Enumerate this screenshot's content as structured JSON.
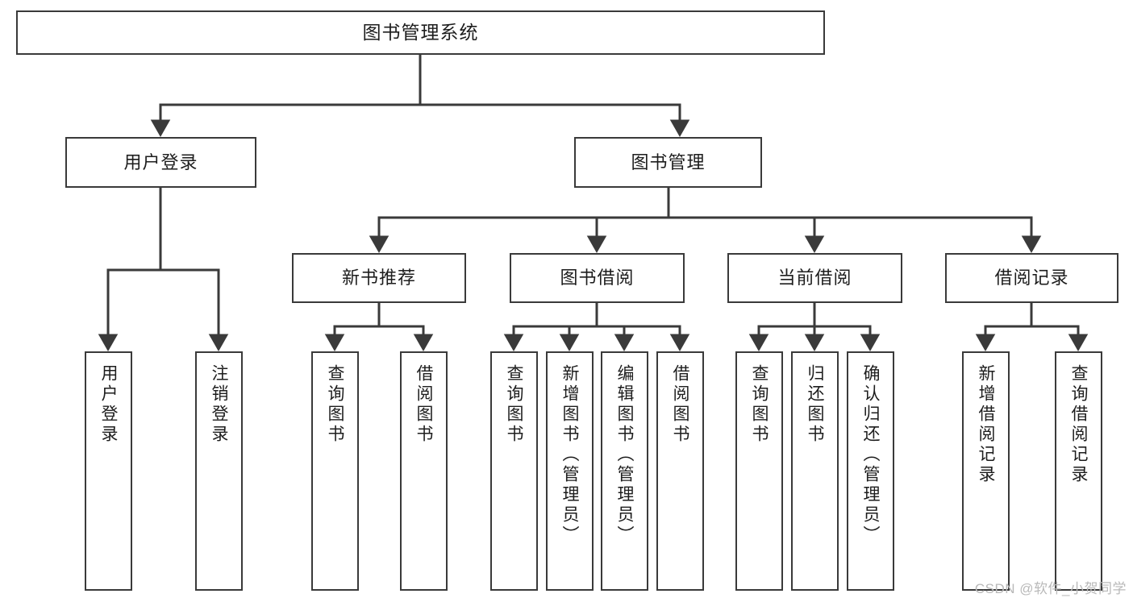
{
  "diagram": {
    "title": "图书管理系统",
    "type": "tree-flowchart",
    "colors": {
      "box_border": "#3a3a3a",
      "box_fill": "#ffffff",
      "connector": "#3a3a3a",
      "text": "#1d1d1d",
      "watermark": "#b9b9b9"
    },
    "watermark": "CSDN @软件_小贺同学",
    "nodes": {
      "root": {
        "label": "图书管理系统",
        "level": 1,
        "orientation": "horizontal"
      },
      "l2_user_login": {
        "label": "用户登录",
        "level": 2,
        "orientation": "horizontal"
      },
      "l2_book_manage": {
        "label": "图书管理",
        "level": 2,
        "orientation": "horizontal"
      },
      "l3_new_book_rec": {
        "label": "新书推荐",
        "level": 3,
        "orientation": "horizontal"
      },
      "l3_book_borrow": {
        "label": "图书借阅",
        "level": 3,
        "orientation": "horizontal"
      },
      "l3_current_borrow": {
        "label": "当前借阅",
        "level": 3,
        "orientation": "horizontal"
      },
      "l3_borrow_record": {
        "label": "借阅记录",
        "level": 3,
        "orientation": "horizontal"
      },
      "leaf_user_login": {
        "label": "用户登录",
        "level": 4,
        "orientation": "vertical"
      },
      "leaf_logout": {
        "label": "注销登录",
        "level": 4,
        "orientation": "vertical"
      },
      "leaf_rec_query": {
        "label": "查询图书",
        "level": 4,
        "orientation": "vertical"
      },
      "leaf_rec_borrow": {
        "label": "借阅图书",
        "level": 4,
        "orientation": "vertical"
      },
      "leaf_borrow_query": {
        "label": "查询图书",
        "level": 4,
        "orientation": "vertical"
      },
      "leaf_borrow_add": {
        "label": "新增图书（管理员）",
        "level": 4,
        "orientation": "vertical"
      },
      "leaf_borrow_edit": {
        "label": "编辑图书（管理员）",
        "level": 4,
        "orientation": "vertical"
      },
      "leaf_borrow_do": {
        "label": "借阅图书",
        "level": 4,
        "orientation": "vertical"
      },
      "leaf_cur_query": {
        "label": "查询图书",
        "level": 4,
        "orientation": "vertical"
      },
      "leaf_cur_return": {
        "label": "归还图书",
        "level": 4,
        "orientation": "vertical"
      },
      "leaf_cur_confirm": {
        "label": "确认归还（管理员）",
        "level": 4,
        "orientation": "vertical"
      },
      "leaf_rec_add": {
        "label": "新增借阅记录",
        "level": 4,
        "orientation": "vertical"
      },
      "leaf_rec_query2": {
        "label": "查询借阅记录",
        "level": 4,
        "orientation": "vertical"
      }
    },
    "edges": [
      {
        "from": "root",
        "to": "l2_user_login"
      },
      {
        "from": "root",
        "to": "l2_book_manage"
      },
      {
        "from": "l2_user_login",
        "to": "leaf_user_login"
      },
      {
        "from": "l2_user_login",
        "to": "leaf_logout"
      },
      {
        "from": "l2_book_manage",
        "to": "l3_new_book_rec"
      },
      {
        "from": "l2_book_manage",
        "to": "l3_book_borrow"
      },
      {
        "from": "l2_book_manage",
        "to": "l3_current_borrow"
      },
      {
        "from": "l2_book_manage",
        "to": "l3_borrow_record"
      },
      {
        "from": "l3_new_book_rec",
        "to": "leaf_rec_query"
      },
      {
        "from": "l3_new_book_rec",
        "to": "leaf_rec_borrow"
      },
      {
        "from": "l3_book_borrow",
        "to": "leaf_borrow_query"
      },
      {
        "from": "l3_book_borrow",
        "to": "leaf_borrow_add"
      },
      {
        "from": "l3_book_borrow",
        "to": "leaf_borrow_edit"
      },
      {
        "from": "l3_book_borrow",
        "to": "leaf_borrow_do"
      },
      {
        "from": "l3_current_borrow",
        "to": "leaf_cur_query"
      },
      {
        "from": "l3_current_borrow",
        "to": "leaf_cur_return"
      },
      {
        "from": "l3_current_borrow",
        "to": "leaf_cur_confirm"
      },
      {
        "from": "l3_borrow_record",
        "to": "leaf_rec_add"
      },
      {
        "from": "l3_borrow_record",
        "to": "leaf_rec_query2"
      }
    ]
  }
}
